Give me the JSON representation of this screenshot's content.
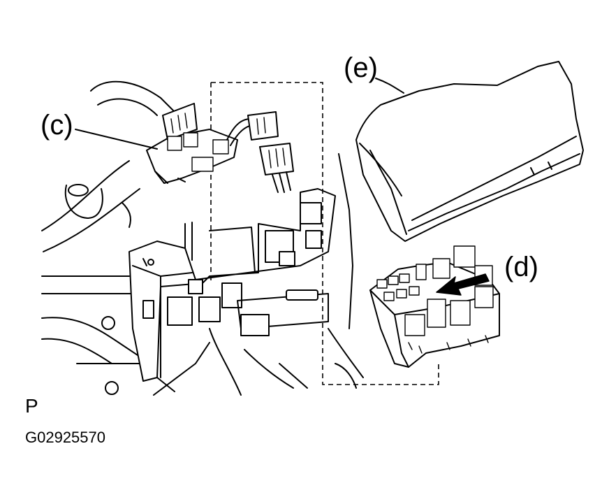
{
  "labels": {
    "c": "(c)",
    "d": "(d)",
    "e": "(e)",
    "corner_letter": "P",
    "figure_code": "G02925570"
  },
  "colors": {
    "ink": "#000000",
    "paper": "#ffffff"
  }
}
